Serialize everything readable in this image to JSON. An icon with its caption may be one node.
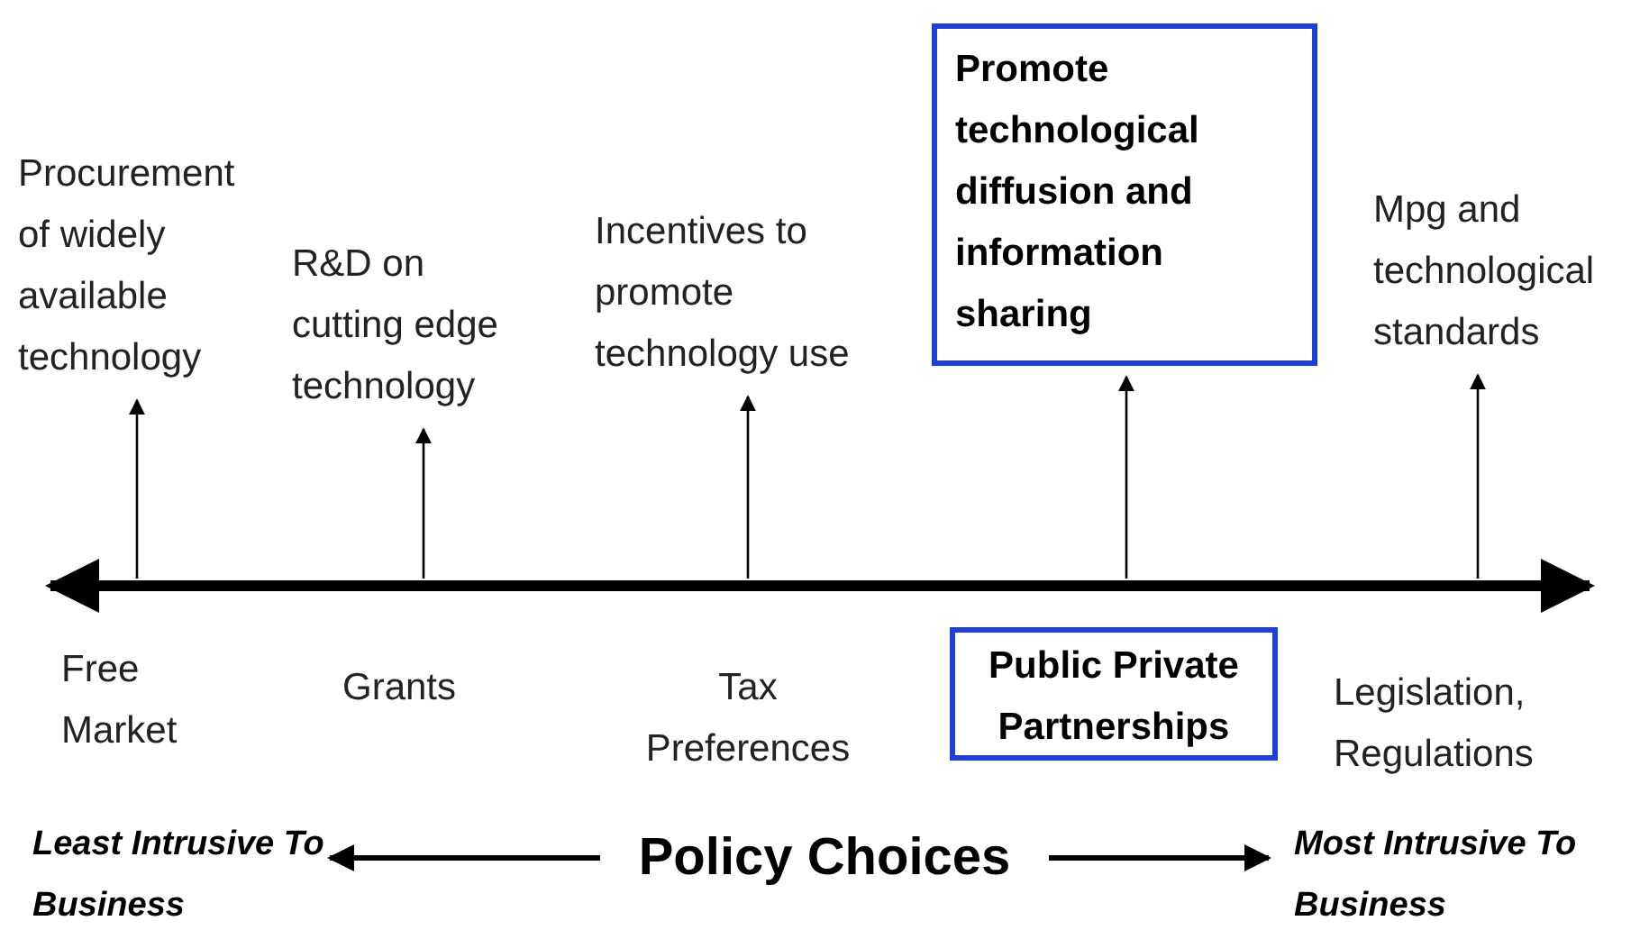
{
  "diagram": {
    "nodes": [
      {
        "text": [
          "Procurement of widely available technology"
        ]
      },
      {
        "text": [
          "R&D on cutting edge technology"
        ]
      },
      {
        "text": [
          "Incentives to promote technology use"
        ]
      },
      {
        "text": [
          "Promote technological diffusion and information sharing"
        ]
      },
      {
        "text": [
          "Mpg and technological standards"
        ]
      },
      {
        "text": [
          "Public Private Partnerships"
        ]
      },
      {
        "text": [
          "Least Intrusive To Business"
        ]
      },
      {
        "text": [
          "Policy Choices"
        ]
      },
      {
        "text": [
          "Most Intrusive To Business"
        ]
      }
    ],
    "edges": [
      {
        "from": null,
        "to": 0,
        "arrow": "to"
      },
      {
        "from": null,
        "to": 1,
        "arrow": "to"
      },
      {
        "from": null,
        "to": 2,
        "arrow": "to"
      },
      {
        "from": null,
        "to": 3,
        "arrow": "to"
      },
      {
        "from": null,
        "to": 4,
        "arrow": "to"
      },
      {
        "from": 7,
        "to": 6,
        "arrow": "to",
        "style": "thick"
      },
      {
        "from": 7,
        "to": 8,
        "arrow": "to",
        "style": "thick"
      }
    ],
    "labels": [
      "Free Market",
      "Grants",
      "Tax Preferences",
      "Legislation, Regulations"
    ]
  }
}
